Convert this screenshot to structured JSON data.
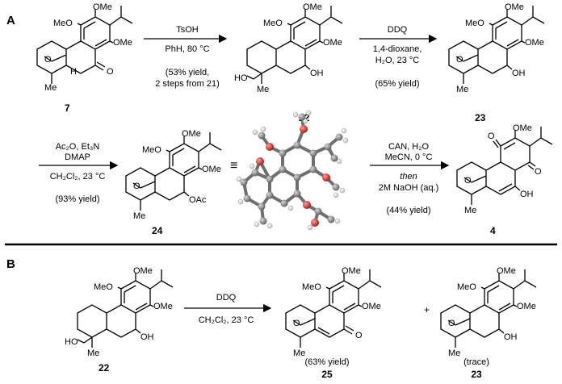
{
  "panels": [
    {
      "label": "A"
    },
    {
      "label": "B"
    }
  ],
  "compounds": {
    "c7": {
      "id": "7"
    },
    "c22a": {
      "id": "22"
    },
    "c23a": {
      "id": "23"
    },
    "c24": {
      "id": "24"
    },
    "c4": {
      "id": "4"
    },
    "c22b": {
      "id": "22"
    },
    "c25": {
      "id": "25"
    },
    "c23b": {
      "id": "23"
    }
  },
  "groups": {
    "ome": "OMe",
    "meo": "MeO",
    "me": "Me",
    "o": "O",
    "h": "H",
    "oh": "OH",
    "ho": "HO",
    "oac": "OAc"
  },
  "arrows": {
    "a1": {
      "reagent": "TsOH",
      "conditions": "PhH, 80 °C",
      "yield_line1": "(53% yield,",
      "yield_line2": "2 steps from 21)"
    },
    "a2": {
      "reagent": "DDQ",
      "conditions_line1": "1,4-dioxane,",
      "conditions_line2": "H₂O, 23 °C",
      "yield": "(65% yield)"
    },
    "a3": {
      "reagent_line1": "Ac₂O, Et₃N",
      "reagent_line2": "DMAP",
      "solvent": "CH₂Cl₂, 23  °C",
      "yield": "(93% yield)"
    },
    "a4": {
      "reagent_line1": "CAN, H₂O",
      "reagent_line2": "MeCN, 0 °C",
      "then": "then",
      "base": "2M NaOH (aq.)",
      "yield": "(44% yield)"
    },
    "b1": {
      "reagent": "DDQ",
      "solvent": "CH₂Cl₂, 23 °C"
    }
  },
  "equiv_symbol": "≡",
  "plus": "+",
  "yields_b": {
    "c25": "(63% yield)",
    "c23": "(trace)"
  }
}
